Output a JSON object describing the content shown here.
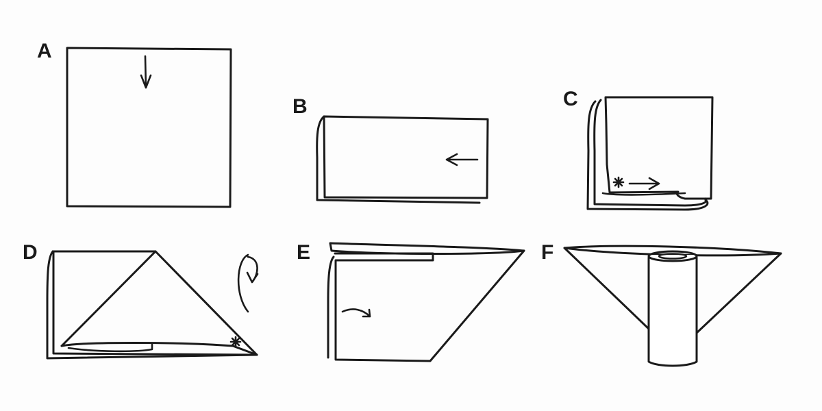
{
  "steps": [
    {
      "label": "A"
    },
    {
      "label": "B"
    },
    {
      "label": "C"
    },
    {
      "label": "D"
    },
    {
      "label": "E"
    },
    {
      "label": "F"
    }
  ],
  "ink_color": "#1a1a1a",
  "background_color": "#ffffff"
}
